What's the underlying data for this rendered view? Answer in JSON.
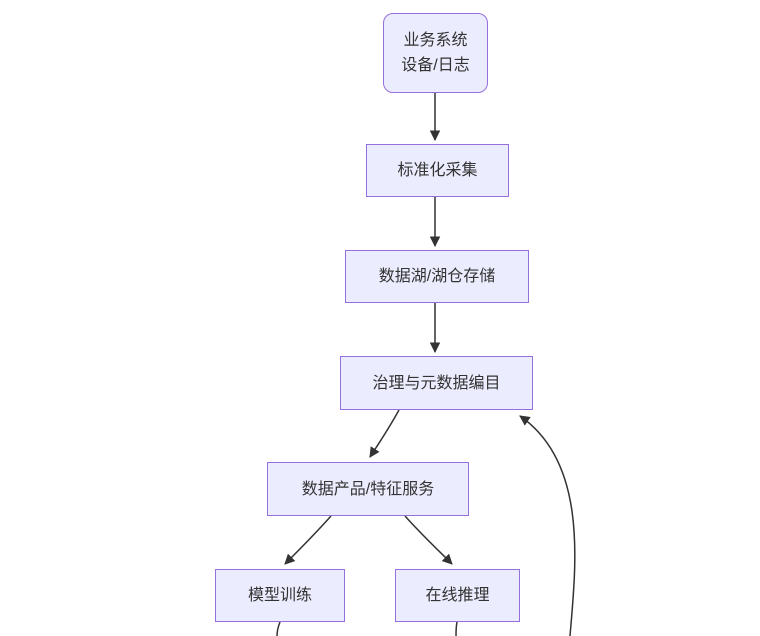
{
  "diagram": {
    "type": "flowchart",
    "nodes": {
      "source": {
        "line1": "业务系统",
        "line2": "设备/日志"
      },
      "collect": {
        "label": "标准化采集"
      },
      "storage": {
        "label": "数据湖/湖仓存储"
      },
      "governance": {
        "label": "治理与元数据编目"
      },
      "product": {
        "label": "数据产品/特征服务"
      },
      "training": {
        "label": "模型训练"
      },
      "inference": {
        "label": "在线推理"
      }
    },
    "edges": [
      {
        "from": "source",
        "to": "collect"
      },
      {
        "from": "collect",
        "to": "storage"
      },
      {
        "from": "storage",
        "to": "governance"
      },
      {
        "from": "governance",
        "to": "product"
      },
      {
        "from": "product",
        "to": "training"
      },
      {
        "from": "product",
        "to": "inference"
      },
      {
        "from": "training",
        "to": "offscreen-bottom"
      },
      {
        "from": "inference",
        "to": "offscreen-bottom"
      },
      {
        "from": "offscreen-bottom",
        "to": "governance"
      }
    ],
    "colors": {
      "node_fill": "#ECECFF",
      "node_border": "#9370DB",
      "edge": "#333333",
      "text": "#333333",
      "background": "#FFFFFF"
    }
  }
}
